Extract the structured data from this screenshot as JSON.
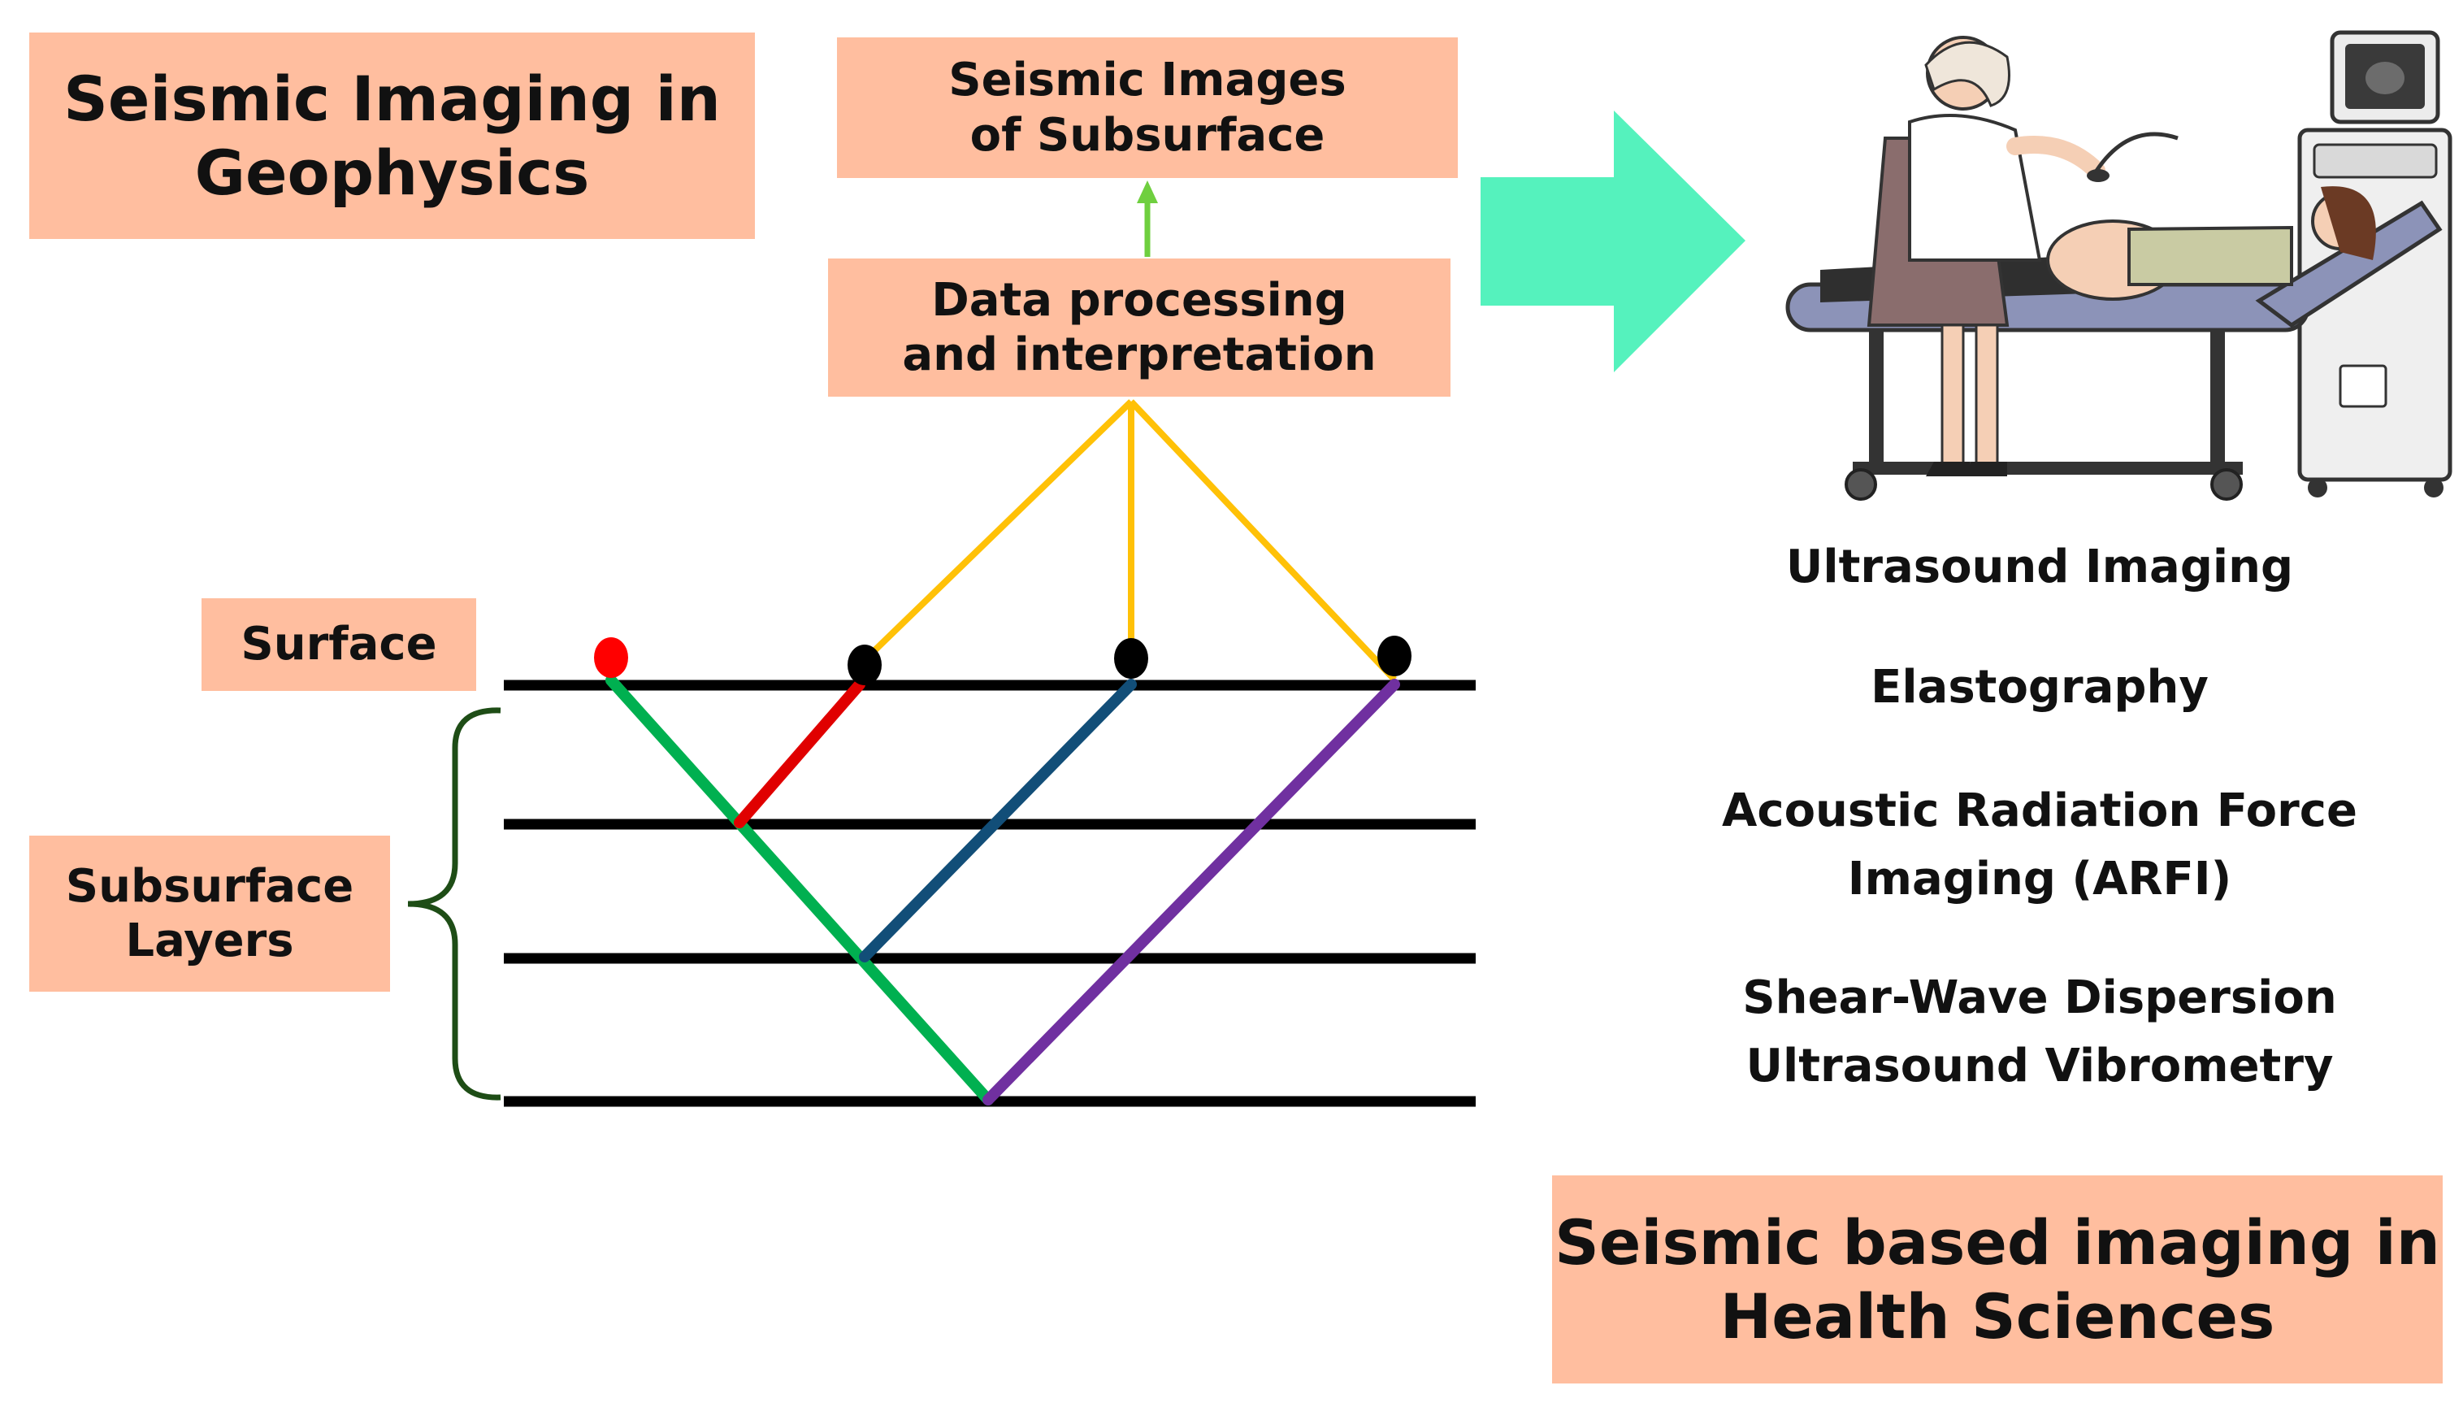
{
  "titles": {
    "geophysics": [
      "Seismic Imaging in",
      "Geophysics"
    ],
    "health": [
      "Seismic based imaging in",
      "Health Sciences"
    ]
  },
  "boxes": {
    "seismic_images": [
      "Seismic Images",
      "of Subsurface"
    ],
    "processing": [
      "Data processing",
      "and interpretation"
    ],
    "surface": [
      "Surface"
    ],
    "subsurface": [
      "Subsurface",
      "Layers"
    ]
  },
  "techniques": [
    [
      "Ultrasound Imaging"
    ],
    [
      "Elastography"
    ],
    [
      "Acoustic Radiation Force",
      "Imaging (ARFI)"
    ],
    [
      "Shear-Wave Dispersion",
      "Ultrasound Vibrometry"
    ]
  ],
  "colors": {
    "box_fill": "#ffbe9f",
    "big_arrow": "#55f2bd",
    "up_arrow": "#6fcf3f",
    "receiver_links": "#ffc107",
    "source_ray": "#00b050",
    "ray_red": "#e00000",
    "ray_blue": "#124e78",
    "ray_purple": "#7030a0",
    "brace": "#1e4d16",
    "layer_lines": "#000000",
    "source_marker": "#ff0000",
    "receiver_marker": "#000000"
  },
  "illustration": {
    "subject": "doctor performing ultrasound scan on pregnant patient",
    "icons": [
      "doctor-figure",
      "patient-figure",
      "exam-table",
      "ultrasound-machine",
      "transducer-probe"
    ]
  }
}
